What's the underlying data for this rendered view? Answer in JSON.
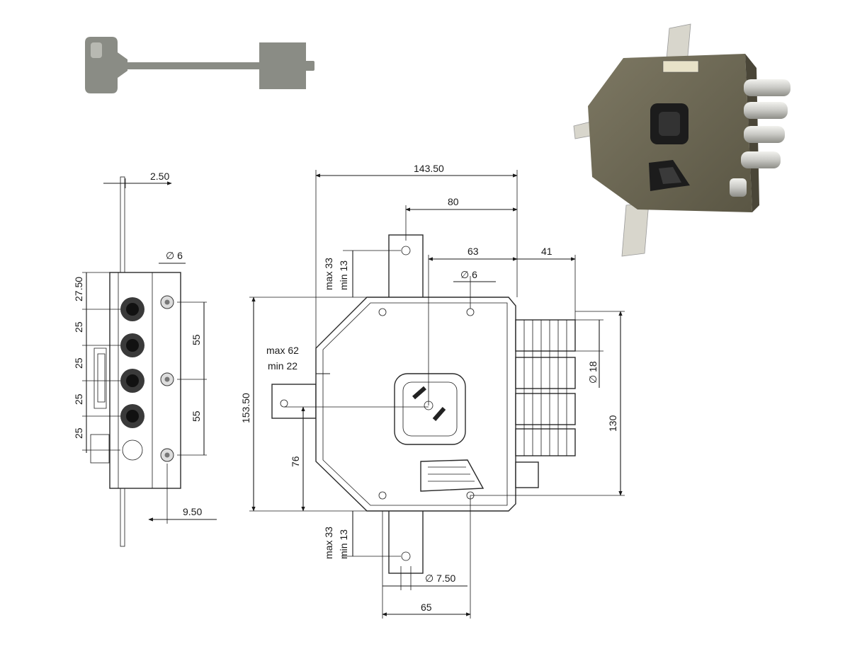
{
  "key_illustration": {
    "icon": "double-bit-key-icon",
    "color": "#8a8c85"
  },
  "lock_photo": {
    "icon": "mortise-lock-photo-icon",
    "body_color": "#6b6650",
    "bolt_color": "#c8c8c4",
    "plate_color": "#d8d6cc"
  },
  "side_view": {
    "top_offset": "2.50",
    "hole_diameter": "∅ 6",
    "bolt_spacings": [
      "27.50",
      "25",
      "25",
      "25",
      "25"
    ],
    "hole_spacing_upper": "55",
    "hole_spacing_lower": "55",
    "bottom_offset": "9.50"
  },
  "front_view": {
    "overall_width": "143.50",
    "backset": "80",
    "hole_offset": "63",
    "bolt_throw": "41",
    "hole_diameter_top": "∅ 6",
    "upper_rod_range_max": "max 33",
    "upper_rod_range_min": "min 13",
    "side_rod_range_max": "max 62",
    "side_rod_range_min": "min 22",
    "overall_height": "153.50",
    "rod_height": "76",
    "bolt_diameter": "∅ 18",
    "bolt_height": "130",
    "lower_rod_range_max": "max 33",
    "lower_rod_range_min": "min 13",
    "hole_diameter_bottom": "∅ 7.50",
    "lower_width": "65"
  }
}
